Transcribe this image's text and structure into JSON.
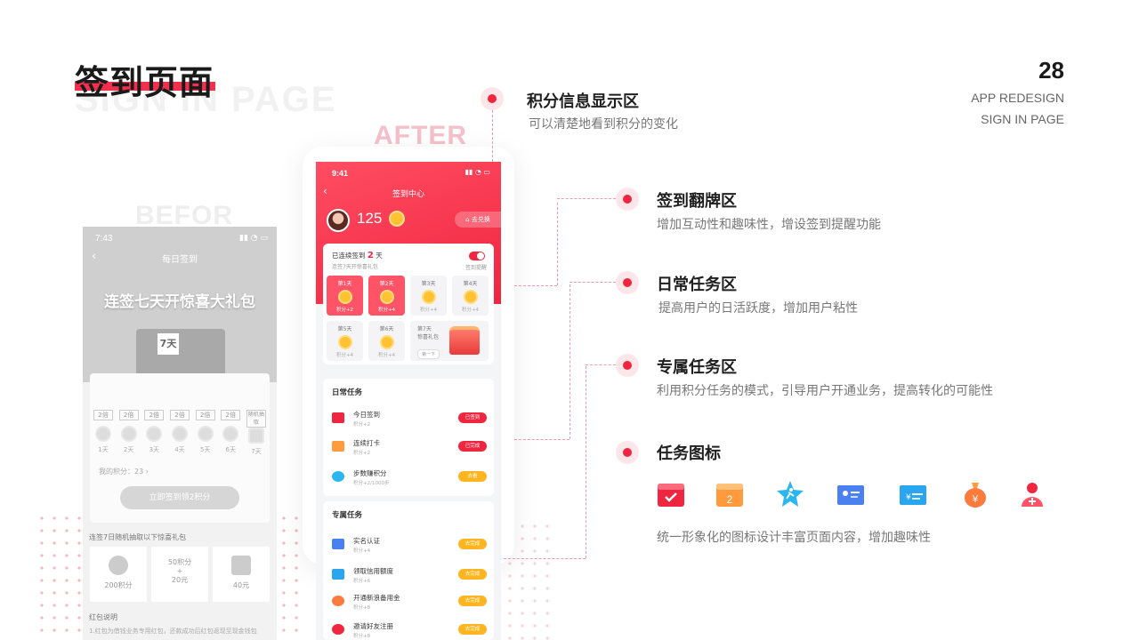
{
  "header": {
    "title": "签到页面",
    "title_bg": "SIGN IN PAGE",
    "page_number": "28",
    "subtitle_1": "APP REDESIGN",
    "subtitle_2": "SIGN IN PAGE"
  },
  "labels": {
    "before": "BEFOR",
    "after": "AFTER"
  },
  "before_phone": {
    "time": "7:43",
    "nav_title": "每日签到",
    "banner": "连签七天开惊喜大礼包",
    "box_day": "7天",
    "days": [
      {
        "tag": "2倍",
        "label": "1天"
      },
      {
        "tag": "2倍",
        "label": "2天"
      },
      {
        "tag": "2倍",
        "label": "3天"
      },
      {
        "tag": "2倍",
        "label": "4天"
      },
      {
        "tag": "2倍",
        "label": "5天"
      },
      {
        "tag": "2倍",
        "label": "6天"
      },
      {
        "tag": "随机抽取",
        "label": "7天"
      }
    ],
    "my_points": "我的积分：23",
    "sign_button": "立即签到领2积分",
    "gift_section": "连签7日随机抽取以下惊喜礼包",
    "gifts": [
      {
        "label": "200积分"
      },
      {
        "label": "50积分",
        "label2": "20元"
      },
      {
        "label": "40元"
      }
    ],
    "rule_title": "红包说明",
    "rule_text": "1.红包为借钱业务专用红包，还款成功后红包返现至现金钱包"
  },
  "after_phone": {
    "time": "9:41",
    "nav_title": "签到中心",
    "points": "125",
    "exchange": "去兑换",
    "streak_prefix": "已连续签到",
    "streak_days": "2",
    "streak_suffix": "天",
    "streak_sub": "连签7天开惊喜礼包",
    "remind_label": "签到提醒",
    "days": [
      {
        "name": "第1天",
        "pts": "积分+2",
        "on": true
      },
      {
        "name": "第2天",
        "pts": "积分+4",
        "on": true
      },
      {
        "name": "第3天",
        "pts": "积分+4",
        "on": false
      },
      {
        "name": "第4天",
        "pts": "积分+4",
        "on": false
      },
      {
        "name": "第5天",
        "pts": "积分+4",
        "on": false
      },
      {
        "name": "第6天",
        "pts": "积分+4",
        "on": false
      }
    ],
    "day7": {
      "name": "第7天",
      "sub": "惊喜礼包",
      "btn": "第一下"
    },
    "daily_title": "日常任务",
    "daily_tasks": [
      {
        "name": "今日签到",
        "pts": "积分+2",
        "btn": "已签到",
        "color": "#f0253f"
      },
      {
        "name": "连续打卡",
        "pts": "积分+2",
        "btn": "已完成",
        "color": "#f0253f"
      },
      {
        "name": "步数赚积分",
        "pts": "积分+2/1000步",
        "btn": "去看",
        "color": "#ffb51f"
      }
    ],
    "special_title": "专属任务",
    "special_tasks": [
      {
        "name": "实名认证",
        "pts": "积分+4",
        "btn": "去完成",
        "color": "#ffb51f"
      },
      {
        "name": "领取信用额度",
        "pts": "积分+6",
        "btn": "去完成",
        "color": "#ffb51f"
      },
      {
        "name": "开通新浪备用金",
        "pts": "积分+8",
        "btn": "去完成",
        "color": "#ffb51f"
      },
      {
        "name": "邀请好友注册",
        "pts": "积分+8",
        "btn": "去完成",
        "color": "#ffb51f"
      }
    ]
  },
  "annotations": [
    {
      "title": "积分信息显示区",
      "desc": "可以清楚地看到积分的变化"
    },
    {
      "title": "签到翻牌区",
      "desc": "增加互动性和趣味性，增设签到提醒功能"
    },
    {
      "title": "日常任务区",
      "desc": "提高用户的日活跃度，增加用户粘性"
    },
    {
      "title": "专属任务区",
      "desc": "利用积分任务的模式，引导用户开通业务，提高转化的可能性"
    },
    {
      "title": "任务图标",
      "desc": "统一形象化的图标设计丰富页面内容，增加趣味性"
    }
  ],
  "task_icon_names": [
    "calendar-check-icon",
    "calendar-2-icon",
    "running-star-icon",
    "id-card-icon",
    "credit-card-icon",
    "money-bag-icon",
    "add-user-icon"
  ],
  "colors": {
    "accent": "#f0253f",
    "accent_light": "#ff5468",
    "gold": "#ffc233",
    "orange_button": "#ffb51f"
  }
}
